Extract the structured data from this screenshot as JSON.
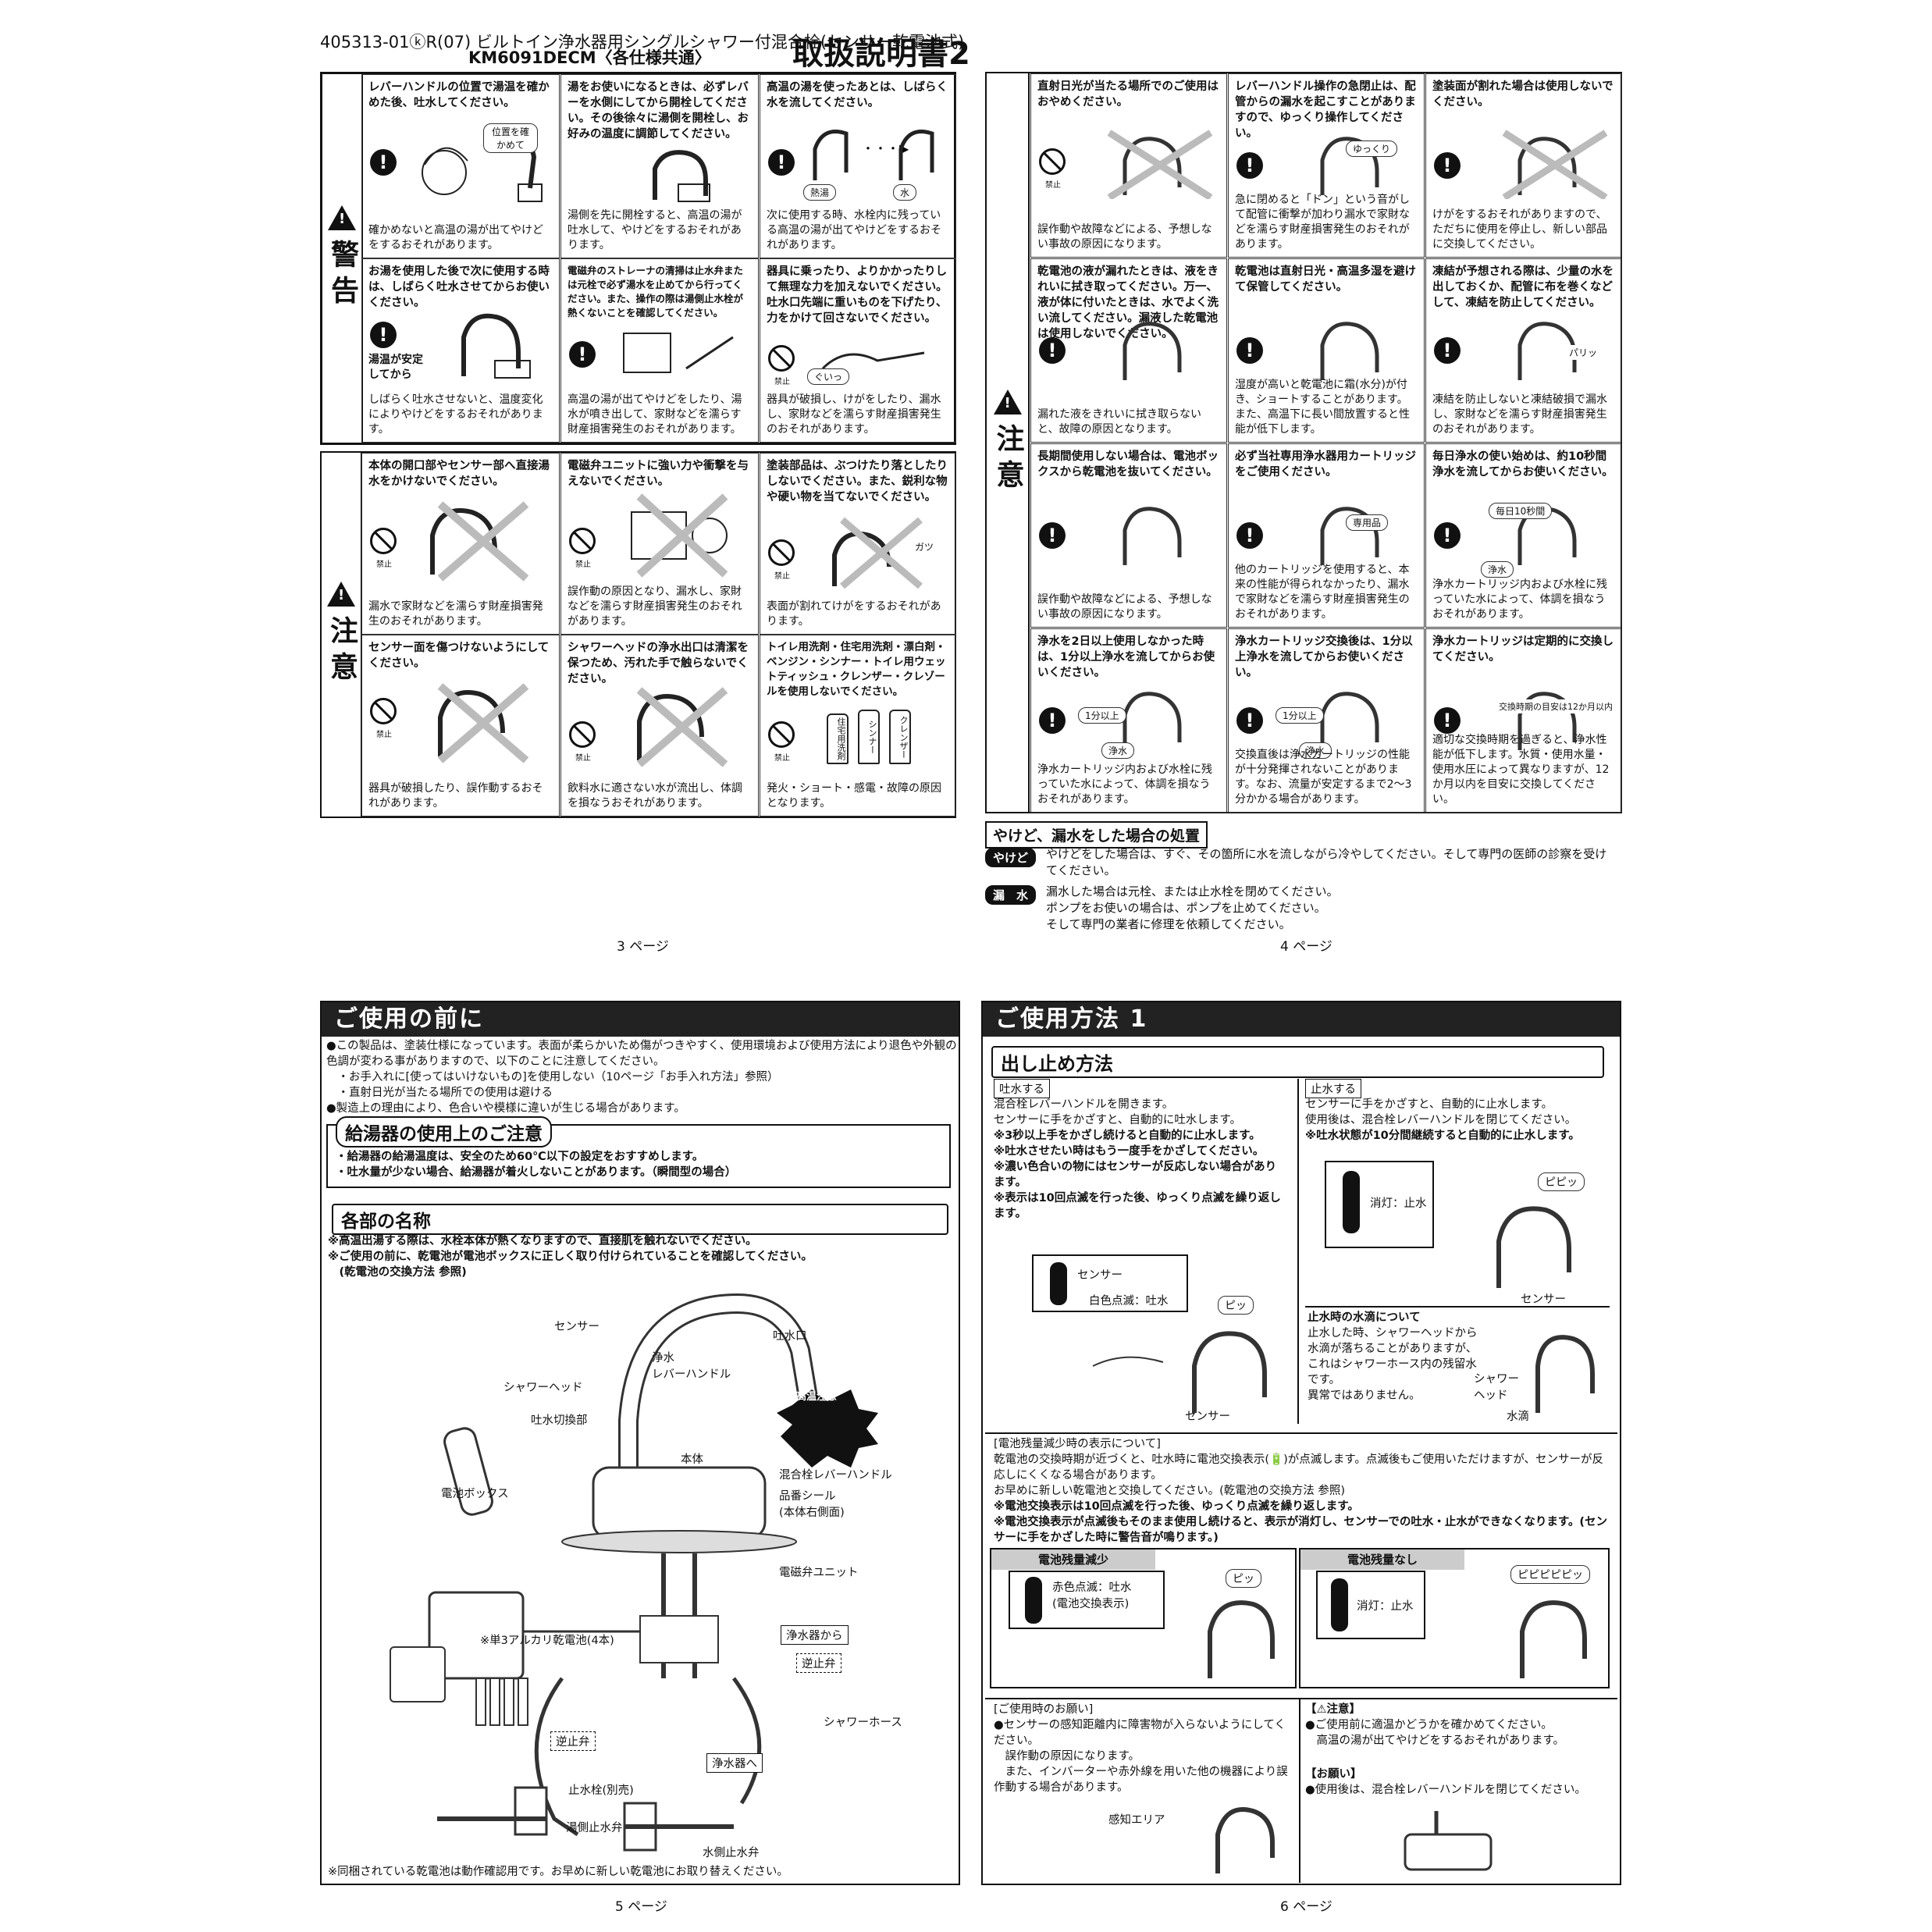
{
  "header": {
    "code": "405313-01ⓚR(07)  ビルトイン浄水器用シングルシャワー付混合栓(センサー乾電池式)",
    "model": "KM6091DECM〈各仕様共通〉",
    "title": "取扱説明書2"
  },
  "labels": {
    "warning": "警告",
    "caution": "注意",
    "prohibited": "禁止"
  },
  "page3": {
    "warning": [
      {
        "title": "レバーハンドルの位置で湯温を確かめた後、吐水してください。",
        "tag": "位置を確かめて",
        "body": "確かめないと高温の湯が出てやけどをするおそれがあります。"
      },
      {
        "title": "湯をお使いになるときは、必ずレバーを水側にしてから開栓してください。その後徐々に湯側を開栓し、お好みの温度に調節してください。",
        "body": "湯側を先に開栓すると、高温の湯が吐水して、やけどをするおそれがあります。"
      },
      {
        "title": "高温の湯を使ったあとは、しばらく水を流してください。",
        "tag1": "熱湯",
        "tag2": "水",
        "body": "次に使用する時、水栓内に残っている高温の湯が出てやけどをするおそれがあります。"
      },
      {
        "title": "お湯を使用した後で次に使用する時は、しばらく吐水させてからお使いください。",
        "mid": "湯温が安定してから",
        "body": "しばらく吐水させないと、温度変化によりやけどをするおそれがあります。"
      },
      {
        "title": "電磁弁のストレーナの清掃は止水弁または元栓で必ず湯水を止めてから行ってください。また、操作の際は湯側止水栓が熱くないことを確認してください。",
        "body": "高温の湯が出てやけどをしたり、湯水が噴き出して、家財などを濡らす財産損害発生のおそれがあります。"
      },
      {
        "title": "器具に乗ったり、よりかかったりして無理な力を加えないでください。吐水口先端に重いものを下げたり、力をかけて回さないでください。",
        "tag": "ぐいっ",
        "body": "器具が破損し、けがをしたり、漏水し、家財などを濡らす財産損害発生のおそれがあります。"
      }
    ],
    "caution": [
      {
        "title": "本体の開口部やセンサー部へ直接湯水をかけないでください。",
        "body": "漏水で家財などを濡らす財産損害発生のおそれがあります。"
      },
      {
        "title": "電磁弁ユニットに強い力や衝撃を与えないでください。",
        "body": "誤作動の原因となり、漏水し、家財などを濡らす財産損害発生のおそれがあります。"
      },
      {
        "title": "塗装部品は、ぶつけたり落としたりしないでください。また、鋭利な物や硬い物を当てないでください。",
        "tag": "ガツ",
        "body": "表面が割れてけがをするおそれがあります。"
      },
      {
        "title": "センサー面を傷つけないようにしてください。",
        "body": "器具が破損したり、誤作動するおそれがあります。"
      },
      {
        "title": "シャワーヘッドの浄水出口は清潔を保つため、汚れた手で触らないでください。",
        "body": "飲料水に適さない水が流出し、体調を損なうおそれがあります。"
      },
      {
        "title": "トイレ用洗剤・住宅用洗剤・漂白剤・ベンジン・シンナー・トイレ用ウェットティッシュ・クレンザー・クレゾールを使用しないでください。",
        "bottles": [
          "住宅用洗剤",
          "シンナー",
          "クレンザー"
        ],
        "body": "発火・ショート・感電・故障の原因となります。"
      }
    ],
    "page_no": "3 ページ"
  },
  "page4": {
    "caution": [
      {
        "title": "直射日光が当たる場所でのご使用はおやめください。",
        "body": "誤作動や故障などによる、予想しない事故の原因になります。"
      },
      {
        "title": "レバーハンドル操作の急閉止は、配管からの漏水を起こすことがありますので、ゆっくり操作してください。",
        "tag": "ゆっくり",
        "body": "急に閉めると「ドン」という音がして配管に衝撃が加わり漏水で家財などを濡らす財産損害発生のおそれがあります。"
      },
      {
        "title": "塗装面が割れた場合は使用しないでください。",
        "body": "けがをするおそれがありますので、ただちに使用を停止し、新しい部品に交換してください。"
      },
      {
        "title": "乾電池の液が漏れたときは、液をきれいに拭き取ってください。万一、液が体に付いたときは、水でよく洗い流してください。漏液した乾電池は使用しないでください。",
        "body": "漏れた液をきれいに拭き取らないと、故障の原因となります。"
      },
      {
        "title": "乾電池は直射日光・高温多湿を避けて保管してください。",
        "body": "湿度が高いと乾電池に霜(水分)が付き、ショートすることがあります。また、高温下に長い間放置すると性能が低下します。"
      },
      {
        "title": "凍結が予想される際は、少量の水を出しておくか、配管に布を巻くなどして、凍結を防止してください。",
        "tag": "パリッ",
        "body": "凍結を防止しないと凍結破損で漏水し、家財などを濡らす財産損害発生のおそれがあります。"
      },
      {
        "title": "長期間使用しない場合は、電池ボックスから乾電池を抜いてください。",
        "body": "誤作動や故障などによる、予想しない事故の原因になります。"
      },
      {
        "title": "必ず当社専用浄水器用カートリッジをご使用ください。",
        "tag": "専用品",
        "body": "他のカートリッジを使用すると、本来の性能が得られなかったり、漏水で家財などを濡らす財産損害発生のおそれがあります。"
      },
      {
        "title": "毎日浄水の使い始めは、約10秒間浄水を流してからお使いください。",
        "tag": "毎日10秒間",
        "tag2": "浄水",
        "body": "浄水カートリッジ内および水栓に残っていた水によって、体調を損なうおそれがあります。"
      },
      {
        "title": "浄水を2日以上使用しなかった時は、1分以上浄水を流してからお使いください。",
        "tag": "1分以上",
        "tag2": "浄水",
        "body": "浄水カートリッジ内および水栓に残っていた水によって、体調を損なうおそれがあります。"
      },
      {
        "title": "浄水カートリッジ交換後は、1分以上浄水を流してからお使いください。",
        "tag": "1分以上",
        "tag2": "浄水",
        "body": "交換直後は浄水カートリッジの性能が十分発揮されないことがあります。なお、流量が安定するまで2〜3分かかる場合があります。"
      },
      {
        "title": "浄水カートリッジは定期的に交換してください。",
        "tag": "交換時期の目安は12か月以内",
        "body": "適切な交換時期を過ぎると、浄水性能が低下します。水質・使用水量・使用水圧によって異なりますが、12か月以内を目安に交換してください。"
      }
    ],
    "emergency": {
      "heading": "やけど、漏水をした場合の処置",
      "burn_badge": "やけど",
      "burn_text": "やけどをした場合は、すぐ、その箇所に水を流しながら冷やしてください。そして専門の医師の診察を受けてください。",
      "leak_badge": "漏　水",
      "leak_text": "漏水した場合は元栓、または止水栓を閉めてください。\nポンプをお使いの場合は、ポンプを止めてください。\nそして専門の業者に修理を依頼してください。"
    },
    "page_no": "4 ページ"
  },
  "page5": {
    "title": "ご使用の前に",
    "intro": "●この製品は、塗装仕様になっています。表面が柔らかいため傷がつきやすく、使用環境および使用方法により退色や外観の色調が変わる事がありますので、以下のことに注意してください。\n　・お手入れに[使ってはいけないもの]を使用しない（10ページ「お手入れ方法」参照）\n　・直射日光が当たる場所での使用は避ける\n●製造上の理由により、色合いや模様に違いが生じる場合があります。",
    "heater_head": "給湯器の使用上のご注意",
    "heater_text": "・給湯器の給湯温度は、安全のため60℃以下の設定をおすすめします。\n・吐水量が少ない場合、給湯器が着火しないことがあります。（瞬間型の場合）",
    "parts_head": "各部の名称",
    "parts_note": "※高温出湯する際は、水栓本体が熱くなりますので、直接肌を触れないでください。\n※ご使用の前に、乾電池が電池ボックスに正しく取り付けられていることを確認してください。\n　(乾電池の交換方法 参照)",
    "parts": {
      "sensor": "センサー",
      "spout": "吐水口",
      "lever": "浄水\nレバーハンドル",
      "shower_head": "シャワーヘッド",
      "switch": "吐水切換部",
      "hot": "高温注意",
      "body": "本体",
      "mix_lever": "混合栓レバーハンドル",
      "seal": "品番シール\n(本体右側面)",
      "battery_box": "電池ボックス",
      "valve_unit": "電磁弁ユニット",
      "battery": "※単3アルカリ乾電池(4本)",
      "from_purifier": "浄水器から",
      "check_valve_r": "逆止弁",
      "shower_hose": "シャワーホース",
      "check_valve_l": "逆止弁",
      "to_purifier": "浄水器へ",
      "stop_valve": "止水栓(別売)",
      "hot_stop": "湯側止水弁",
      "water_stop": "水側止水弁"
    },
    "footnote": "※同梱されている乾電池は動作確認用です。お早めに新しい乾電池にお取り替えください。",
    "page_no": "5 ページ"
  },
  "page6": {
    "title": "ご使用方法 1",
    "sub": "出し止め方法",
    "discharge_head": "吐水する",
    "discharge_text": "混合栓レバーハンドルを開きます。\nセンサーに手をかざすと、自動的に吐水します。",
    "discharge_notes": "※3秒以上手をかざし続けると自動的に止水します。\n※吐水させたい時はもう一度手をかざしてください。\n※濃い色合いの物にはセンサーが反応しない場合があります。\n※表示は10回点滅を行った後、ゆっくり点滅を繰り返します。",
    "sensor_lbl": "センサー",
    "blink_white": "白色点滅：吐水",
    "pi": "ピッ",
    "sensor_lbl2": "センサー",
    "stop_head": "止水する",
    "stop_text": "センサーに手をかざすと、自動的に止水します。\n使用後は、混合栓レバーハンドルを閉じてください。",
    "stop_note": "※吐水状態が10分間継続すると自動的に止水します。",
    "off_lbl": "消灯：止水",
    "pipi": "ピピッ",
    "sensor_lbl3": "センサー",
    "drip_head": "止水時の水滴について",
    "drip_text": "止水した時、シャワーヘッドから水滴が落ちることがありますが、これはシャワーホース内の残留水です。\n異常ではありません。",
    "shower_lbl": "シャワー\nヘッド",
    "drip_lbl": "水滴",
    "battery_head": "[電池残量減少時の表示について]",
    "battery_text": "乾電池の交換時期が近づくと、吐水時に電池交換表示(🔋)が点滅します。点滅後もご使用いただけますが、センサーが反応しにくくなる場合があります。\nお早めに新しい乾電池と交換してください。(乾電池の交換方法 参照)",
    "battery_notes": "※電池交換表示は10回点滅を行った後、ゆっくり点滅を繰り返します。\n※電池交換表示が点滅後もそのまま使用し続けると、表示が消灯し、センサーでの吐水・止水ができなくなります。(センサーに手をかざした時に警告音が鳴ります。)",
    "low_head": "電池残量減少",
    "low_lbl": "赤色点滅：吐水\n(電池交換表示)",
    "low_pi": "ピッ",
    "none_head": "電池残量なし",
    "none_lbl": "消灯：止水",
    "none_pi": "ピピピピピッ",
    "req_head": "[ご使用時のお願い]",
    "req_text": "●センサーの感知距離内に障害物が入らないようにしてください。\n　誤作動の原因になります。\n　また、インバーターや赤外線を用いた他の機器により誤作動する場合があります。",
    "area_lbl": "感知エリア",
    "caution_head": "【⚠注意】",
    "caution_text": "●ご使用前に適温かどうかを確かめてください。\n　高温の湯が出てやけどをするおそれがあります。",
    "request_head": "【お願い】",
    "request_text": "●使用後は、混合栓レバーハンドルを閉じてください。",
    "page_no": "6 ページ"
  }
}
